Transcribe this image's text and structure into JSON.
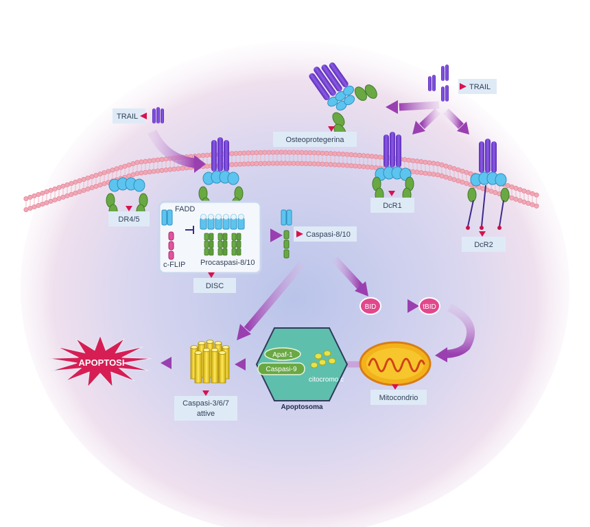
{
  "labels": {
    "trail_left": "TRAIL",
    "trail_right": "TRAIL",
    "osteoprotegerina": "Osteoprotegerina",
    "dr45": "DR4/5",
    "dcr1": "DcR1",
    "dcr2": "DcR2",
    "fadd": "FADD",
    "cflip": "c-FLIP",
    "procaspasi": "Procaspasi-8/10",
    "disc": "DISC",
    "caspasi810": "Caspasi-8/10",
    "bid": "BID",
    "tbid": "tBID",
    "mitocondrio": "Mitocondrio",
    "apaf1": "Apaf-1",
    "caspasi9": "Caspasi-9",
    "citocromo": "citocromo c",
    "apoptosoma": "Apoptosoma",
    "caspasi367_line1": "Caspasi-3/6/7",
    "caspasi367_line2": "attive",
    "apoptosi": "APOPTOSI"
  },
  "colors": {
    "trail_purple": "#7a44d8",
    "receptor_blue": "#5cc4ee",
    "receptor_green": "#6aa844",
    "membrane": "#e89aa8",
    "arrow_purple": "#9a4bb0",
    "marker_red": "#d8124f",
    "label_bg": "#dfeaf7",
    "apoptosome": "#5fbfad",
    "caspase_yellow": "#f4d21f",
    "apoptosi_star": "#d61e55",
    "bid_pink": "#e2478c"
  }
}
